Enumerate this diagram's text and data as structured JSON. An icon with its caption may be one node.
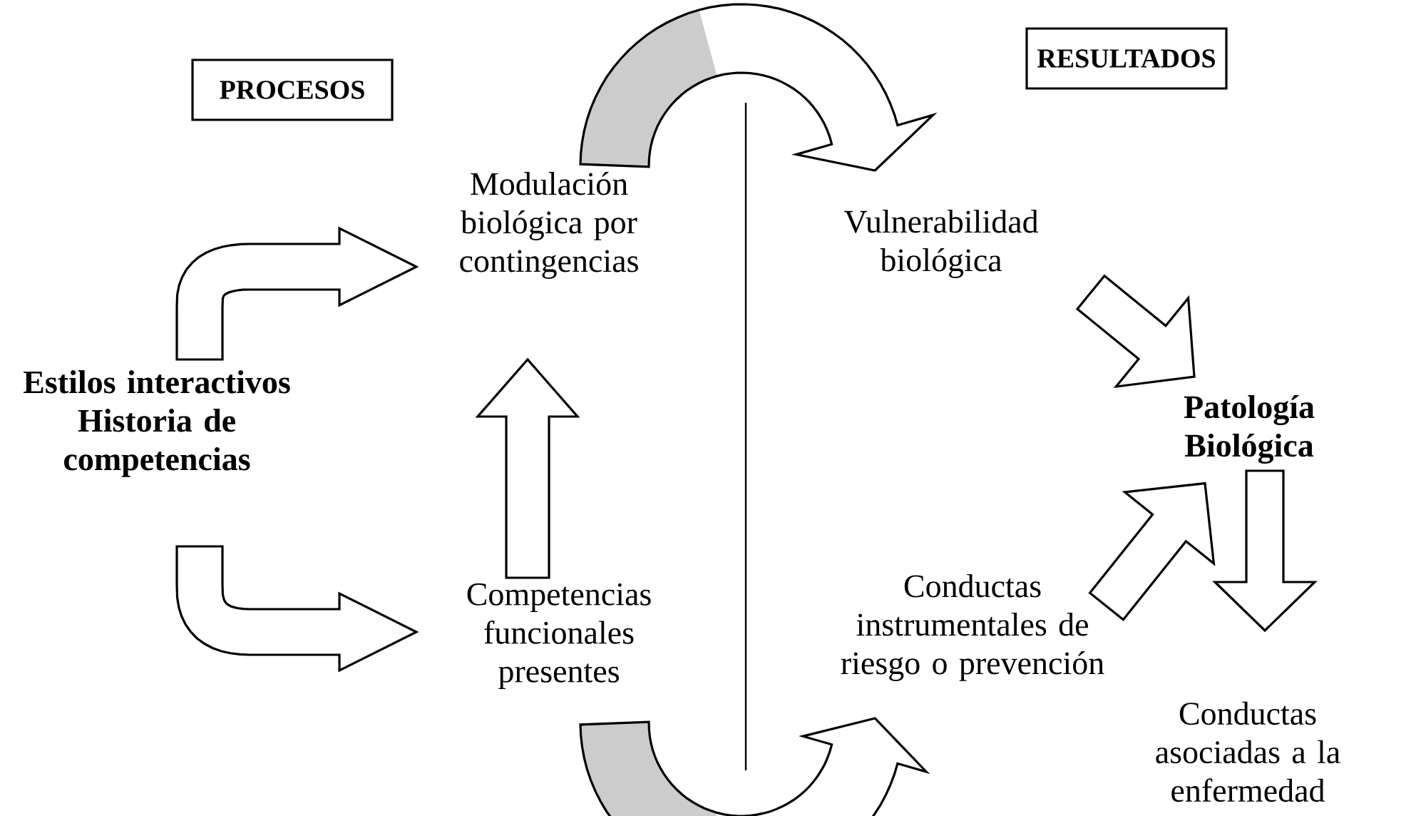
{
  "diagram": {
    "nodes": [
      {
        "text": [
          "PROCESOS"
        ]
      },
      {
        "text": [
          "RESULTADOS"
        ]
      },
      {
        "text": [
          "Estilos interactivos Historia de competencias"
        ]
      },
      {
        "text": [
          "Modulación biológica por contingencias"
        ]
      },
      {
        "text": [
          "Competencias funcionales presentes"
        ]
      },
      {
        "text": [
          "Vulnerabilidad biológica"
        ]
      },
      {
        "text": [
          "Conductas instrumentales de riesgo o prevención"
        ]
      },
      {
        "text": [
          "Patología Biológica"
        ]
      },
      {
        "text": [
          "Conductas asociadas a la enfermedad"
        ]
      }
    ],
    "edges": [
      {
        "from": 2,
        "to": 3,
        "arrow": "to"
      },
      {
        "from": 2,
        "to": 4,
        "arrow": "to"
      },
      {
        "from": 4,
        "to": 3,
        "arrow": "to"
      },
      {
        "from": 3,
        "to": 5,
        "arrow": "to"
      },
      {
        "from": 4,
        "to": 6,
        "arrow": "to"
      },
      {
        "from": 5,
        "to": 7,
        "arrow": "to"
      },
      {
        "from": 6,
        "to": 7,
        "arrow": "to"
      },
      {
        "from": 7,
        "to": 8,
        "arrow": "to"
      }
    ]
  }
}
